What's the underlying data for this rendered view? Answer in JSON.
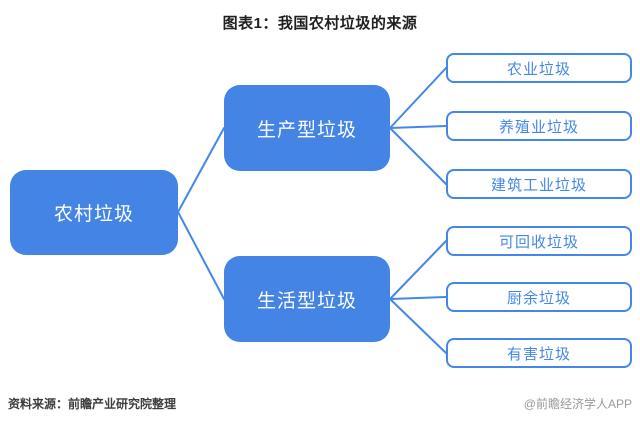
{
  "title": "图表1：我国农村垃圾的来源",
  "tree": {
    "root": {
      "label": "农村垃圾"
    },
    "branches": [
      {
        "label": "生产型垃圾",
        "children": [
          {
            "label": "农业垃圾"
          },
          {
            "label": "养殖业垃圾"
          },
          {
            "label": "建筑工业垃圾"
          }
        ]
      },
      {
        "label": "生活型垃圾",
        "children": [
          {
            "label": "可回收垃圾"
          },
          {
            "label": "厨余垃圾"
          },
          {
            "label": "有害垃圾"
          }
        ]
      }
    ]
  },
  "footer": {
    "source": "资料来源：前瞻产业研究院整理",
    "watermark": "@前瞻经济学人APP"
  },
  "colors": {
    "node_fill": "#4384e4",
    "node_text": "#ffffff",
    "leaf_border": "#4487e8",
    "leaf_text": "#4487e8",
    "connector_line": "#4487e8",
    "title_text": "#1f1f1f",
    "source_text": "#3d3d3d",
    "watermark_text": "#999999",
    "background": "#ffffff"
  }
}
